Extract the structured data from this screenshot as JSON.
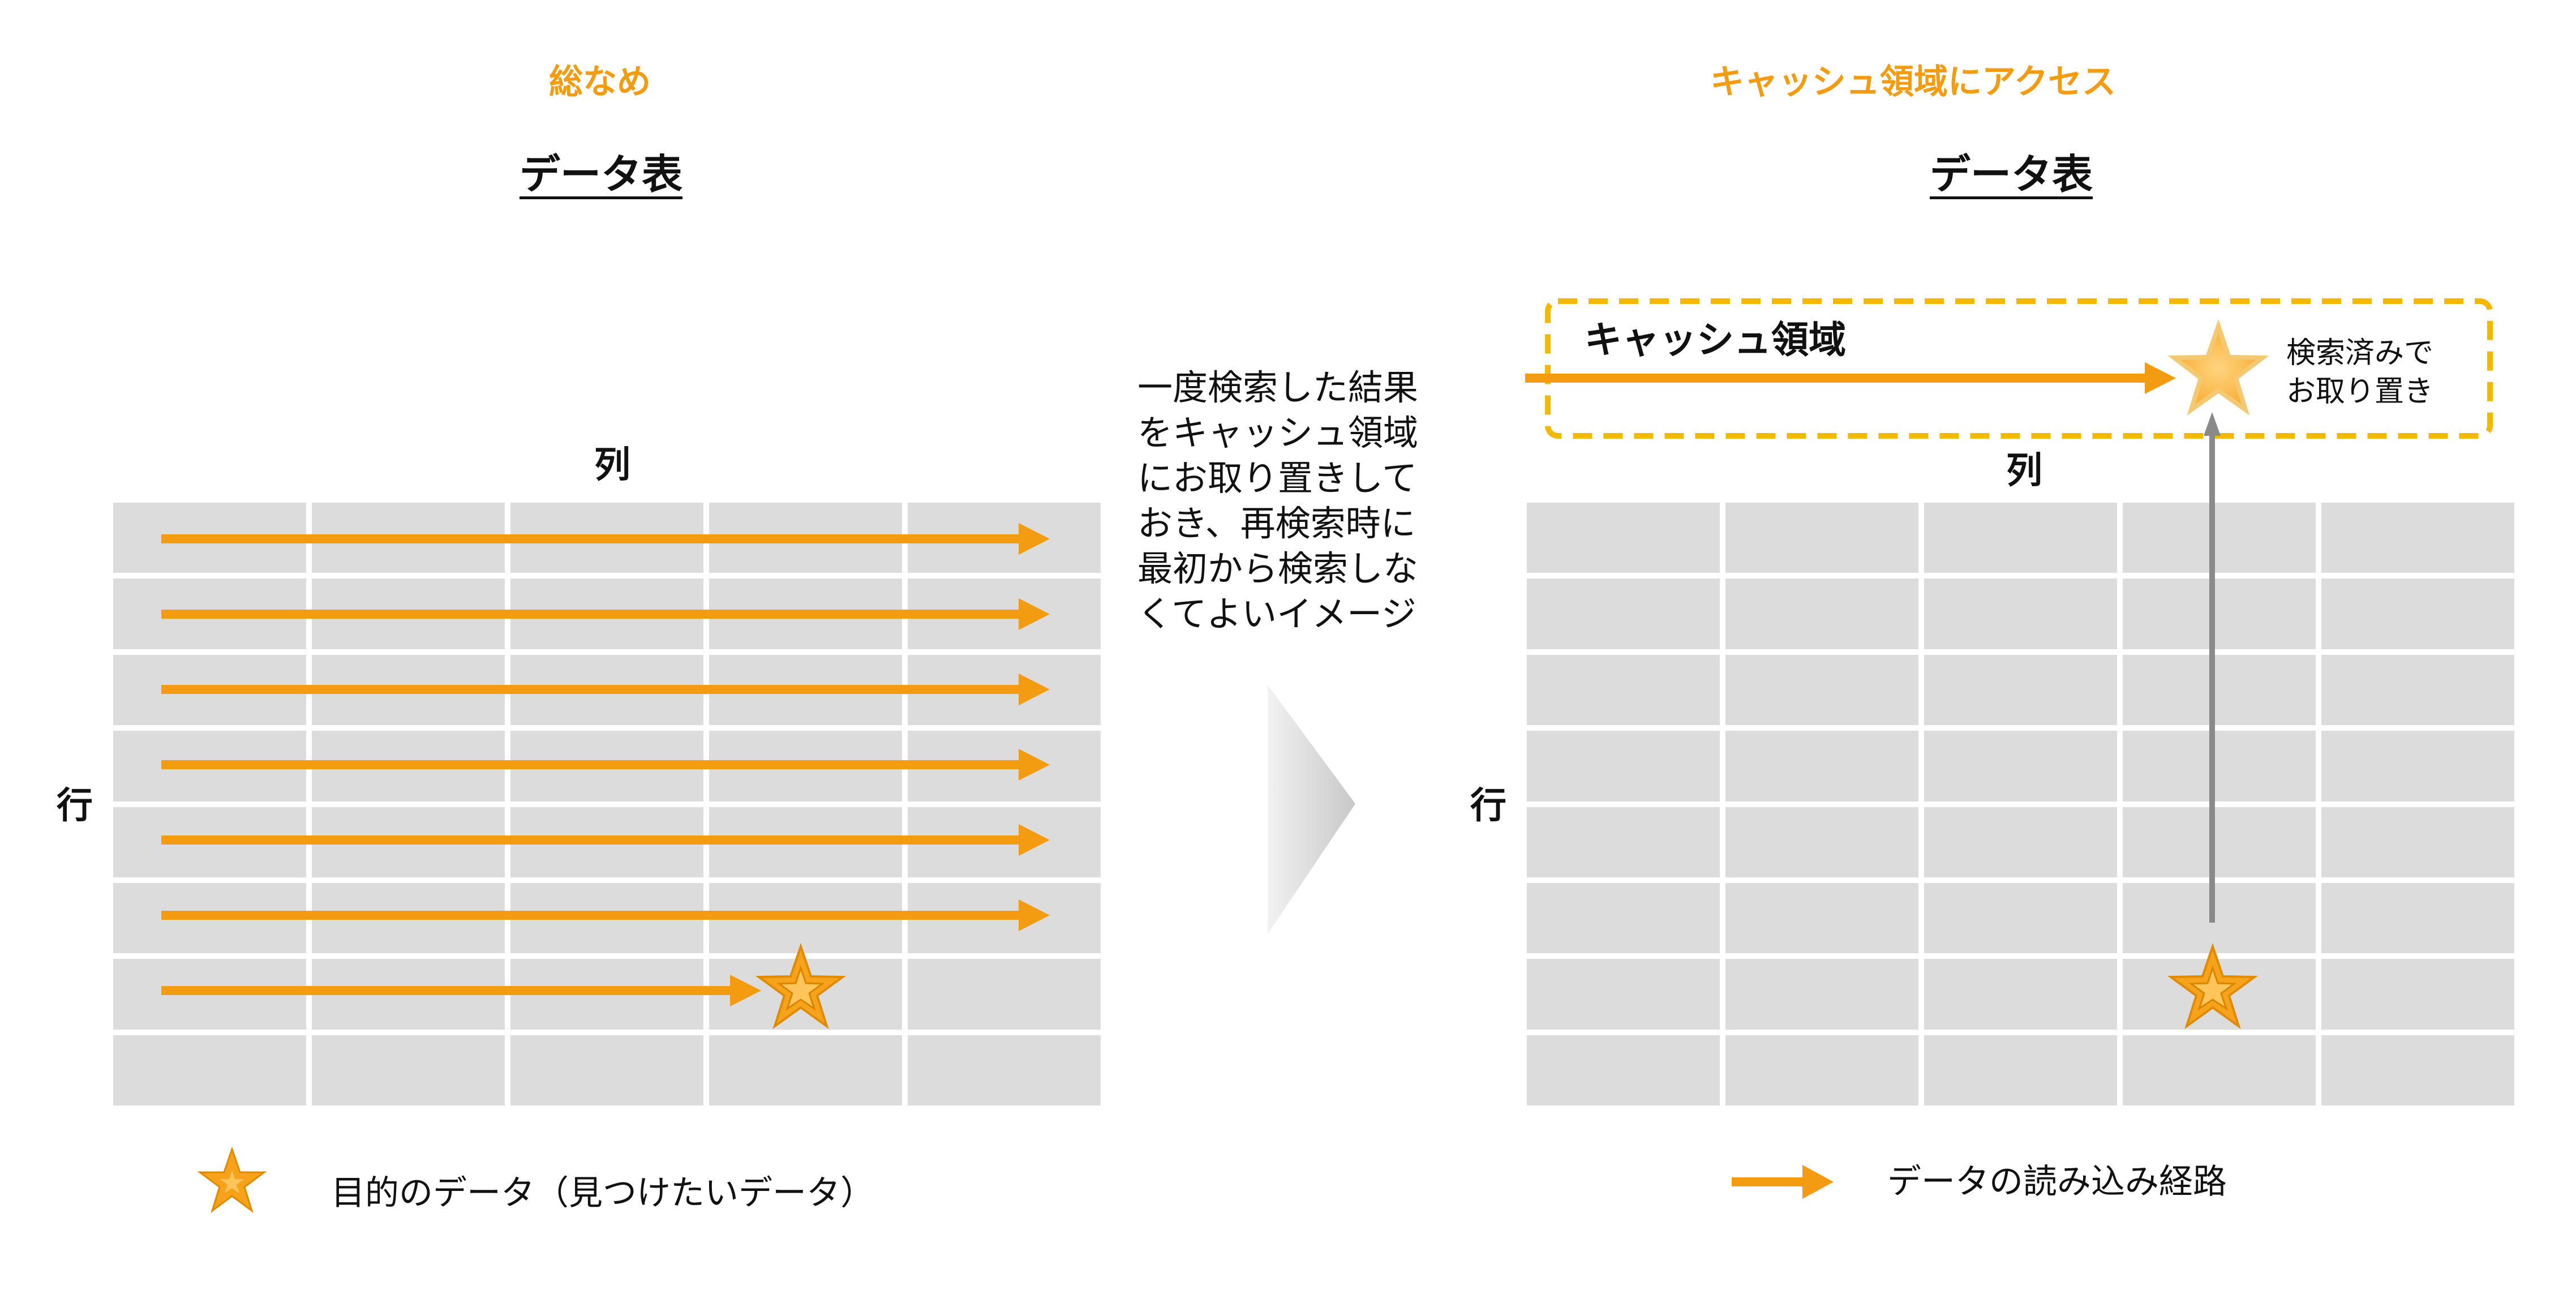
{
  "left": {
    "heading": "総なめ",
    "table_title": "データ表",
    "col_label": "列",
    "row_label": "行"
  },
  "right": {
    "heading": "キャッシュ領域にアクセス",
    "table_title": "データ表",
    "col_label": "列",
    "row_label": "行",
    "cache_label": "キャッシュ領域",
    "cached_note": "検索済みで\nお取り置き"
  },
  "middle": {
    "description": "一度検索した結果\nをキャッシュ領域\nにお取り置きして\nおき、再検索時に\n最初から検索しな\nくてよいイメージ"
  },
  "legend": {
    "target_label": "目的のデータ（見つけたいデータ）",
    "path_label": "データの読み込み経路"
  },
  "colors": {
    "accent": "#f39c12",
    "star": "#f7a21b",
    "cell": "#dcdcdc",
    "cache_border": "#f5b800",
    "up_arrow": "#888888"
  },
  "icons": {
    "target": "star-icon",
    "path": "arrow-right-icon",
    "chevron": "chevron-right-icon"
  }
}
